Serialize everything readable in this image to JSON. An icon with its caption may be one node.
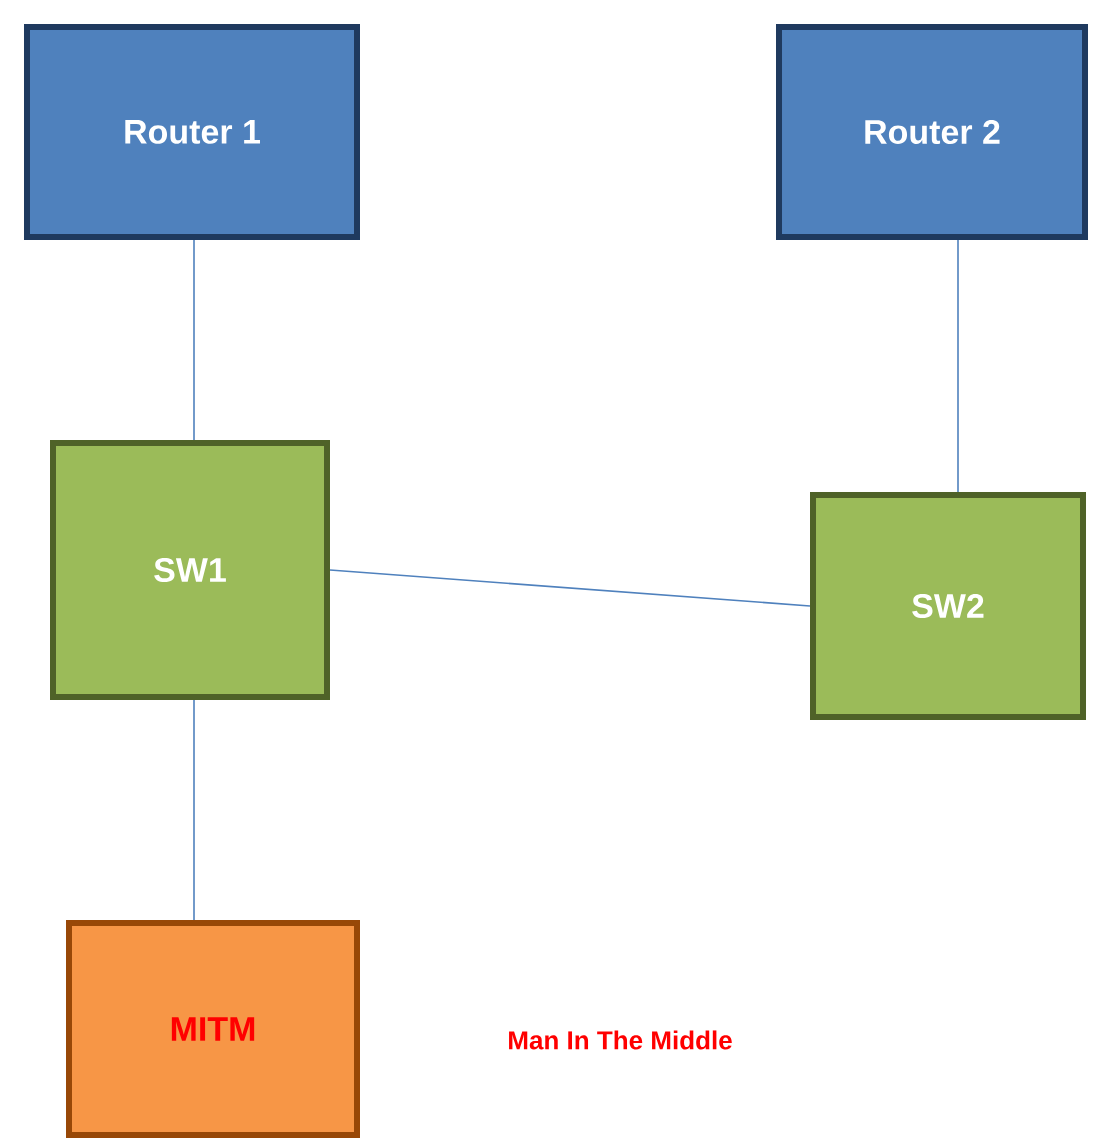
{
  "diagram": {
    "nodes": [
      {
        "text": [
          "Router 1"
        ]
      },
      {
        "text": [
          "Router 2"
        ]
      },
      {
        "text": [
          "SW1"
        ]
      },
      {
        "text": [
          "SW2"
        ]
      },
      {
        "text": [
          "MITM"
        ]
      }
    ],
    "edges": [
      {
        "from": 0,
        "to": 2,
        "arrow": "none"
      },
      {
        "from": 1,
        "to": 3,
        "arrow": "none"
      },
      {
        "from": 2,
        "to": 3,
        "arrow": "none"
      },
      {
        "from": 2,
        "to": 4,
        "arrow": "none"
      }
    ],
    "labels": [
      "Man In The Middle"
    ]
  }
}
